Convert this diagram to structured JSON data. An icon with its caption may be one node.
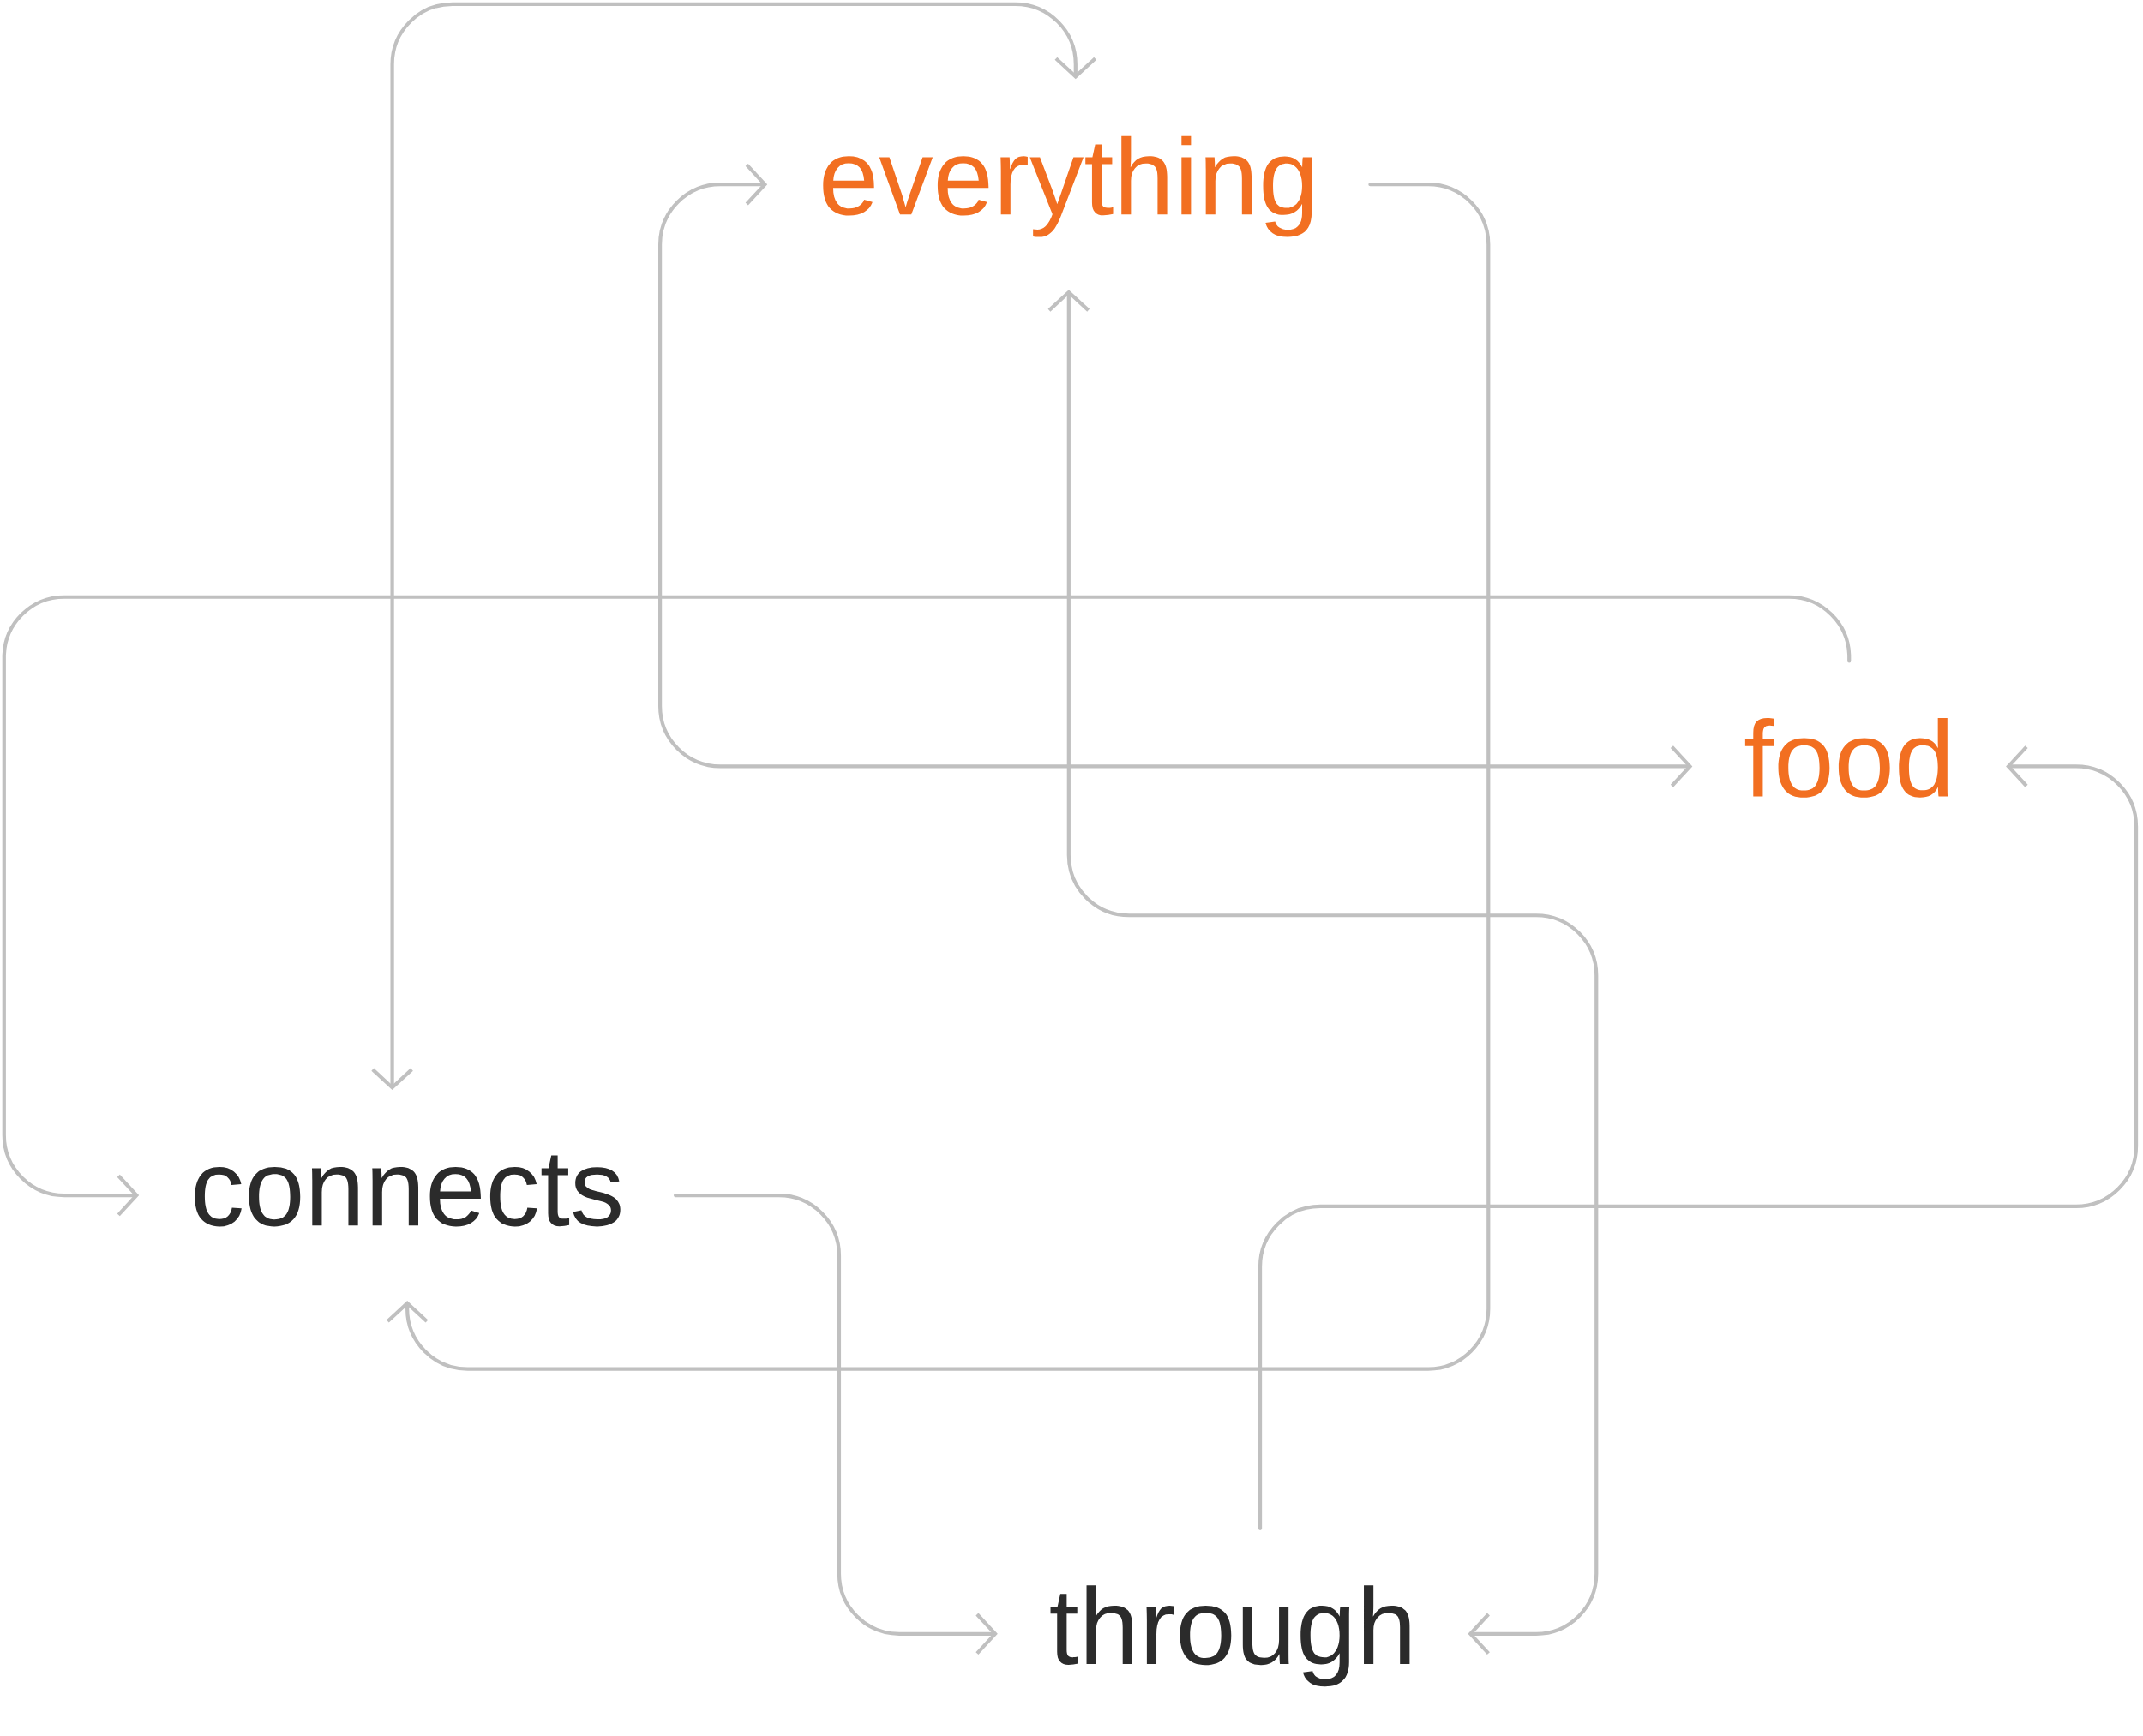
{
  "diagram": {
    "nodes": [
      {
        "text": [
          "everything"
        ]
      },
      {
        "text": [
          "food"
        ]
      },
      {
        "text": [
          "connects"
        ]
      },
      {
        "text": [
          "through"
        ]
      }
    ],
    "edges": [
      {
        "from": 2,
        "to": 0,
        "arrow": "both"
      },
      {
        "from": 0,
        "to": 2,
        "arrow": "to"
      },
      {
        "from": 1,
        "to": 2,
        "arrow": "to"
      },
      {
        "from": 2,
        "to": 3,
        "arrow": "to"
      },
      {
        "from": 3,
        "to": 1,
        "arrow": "to"
      },
      {
        "from": 0,
        "to": 1,
        "arrow": "both"
      },
      {
        "from": 0,
        "to": 3,
        "arrow": "both"
      }
    ]
  }
}
